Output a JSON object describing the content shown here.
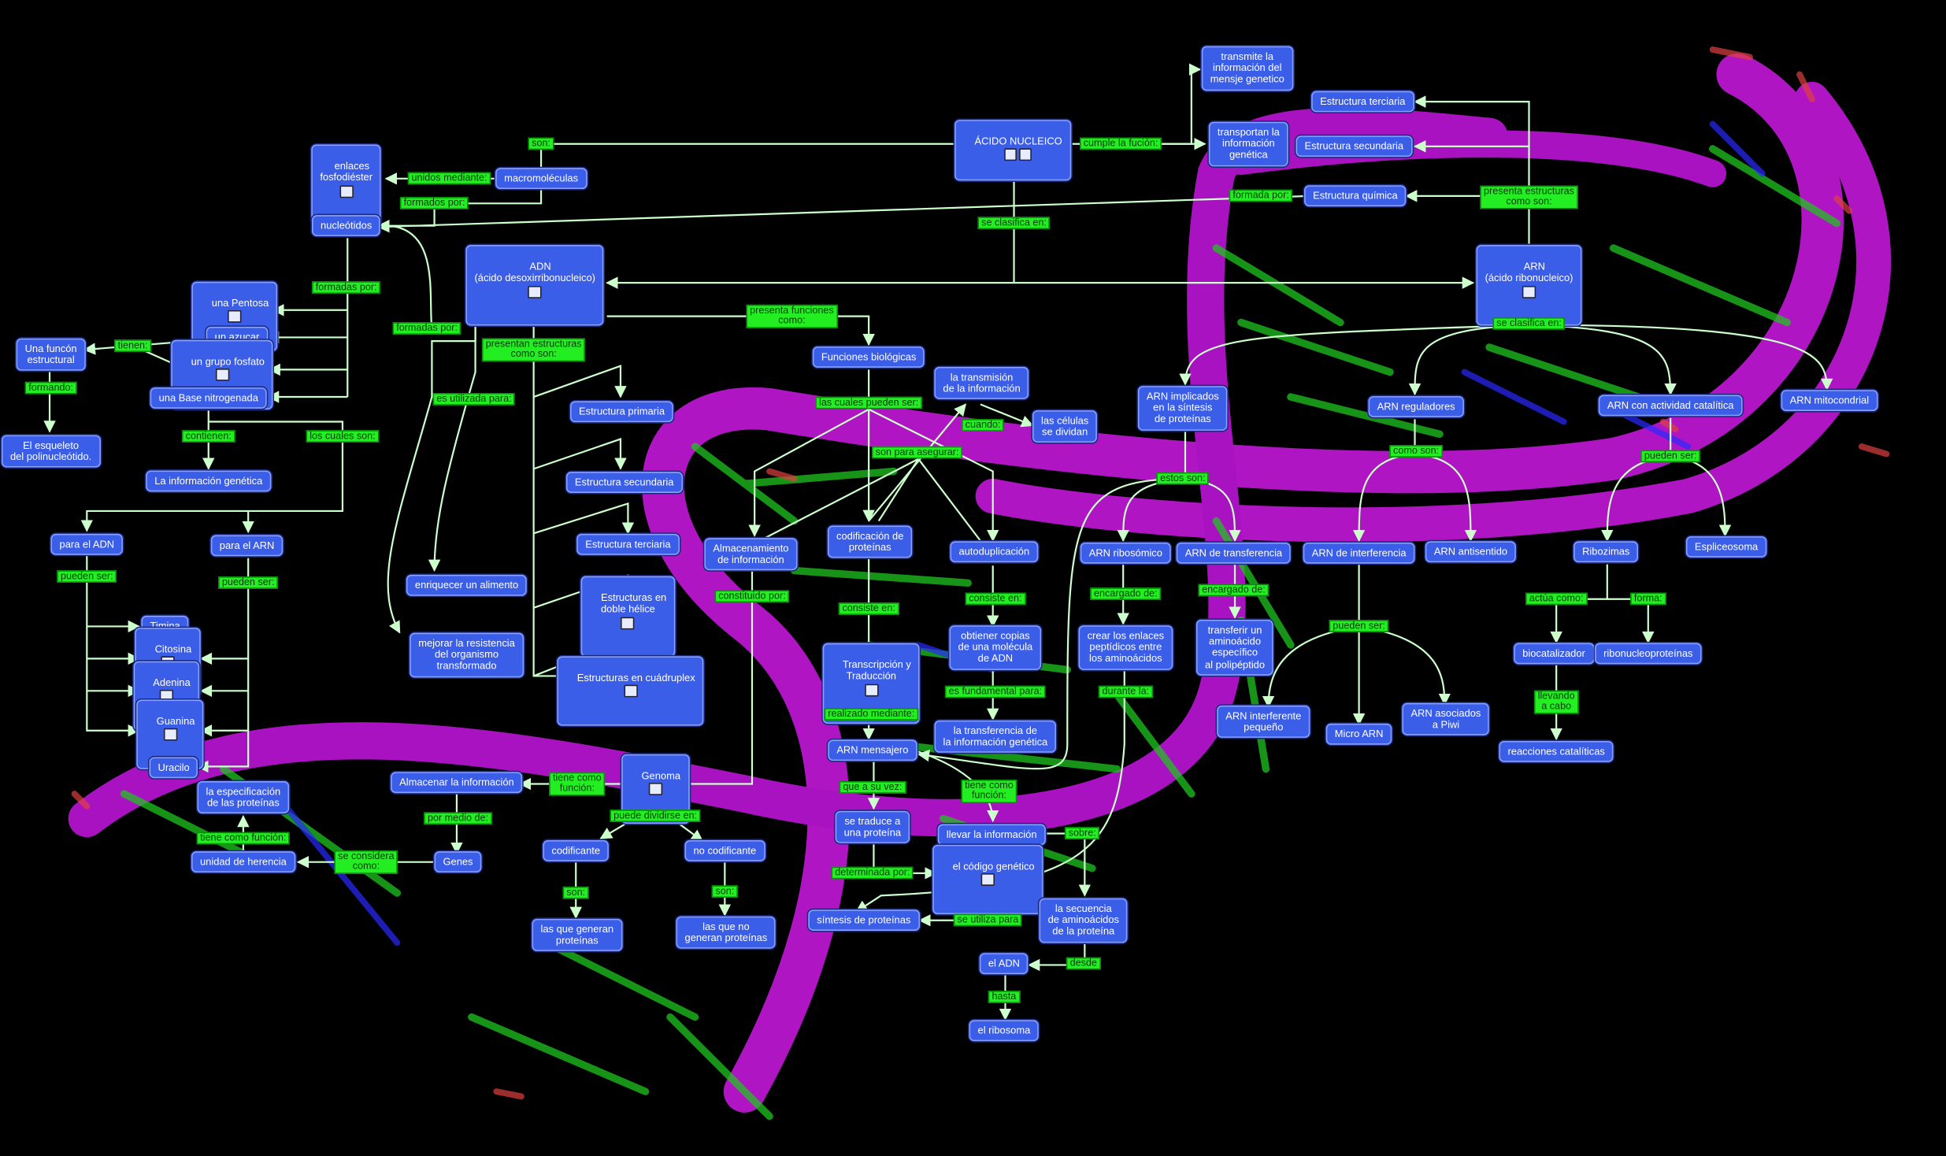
{
  "nodes": {
    "acido_nucleico": "ÁCIDO NUCLEICO",
    "transmite": "transmite la\ninformación del\nmensje genetico",
    "transportan": "transportan la\ninformación\ngenética",
    "estructura_terciaria_arn": "Estructura terciaria",
    "estructura_secundaria_arn": "Estructura secundaria",
    "estructura_quimica": "Estructura química",
    "enlaces": "enlaces\nfosfodiéster",
    "macromoleculas": "macromoléculas",
    "nucleotidos": "nucleótidos",
    "adn": "ADN\n(ácido desoxirribonucleico)",
    "arn": "ARN\n(ácido ribonucleico)",
    "pentosa": "una Pentosa",
    "azucar": "un azucar",
    "funcion_estructural": "Una funcón\nestructural",
    "grupo_fosfato": "un grupo fosfato",
    "base_nitrogenada": "una Base nitrogenada",
    "esqueleto": "El esqueleto\ndel polinucleótido.",
    "info_genetica": "La información genética",
    "para_adn": "para el ADN",
    "para_arn": "para el ARN",
    "timina": "Timina",
    "citosina": "Citosina",
    "adenina": "Adenina",
    "guanina": "Guanina",
    "uracilo": "Uracilo",
    "est_primaria": "Estructura primaria",
    "est_secundaria": "Estructura secundaria",
    "est_terciaria": "Estructura terciaria",
    "doble_helice": "Estructuras en\ndoble hélice",
    "cuadruplex": "Estructuras en cuádruplex",
    "enriquecer": "enriquecer un alimento",
    "resistencia": "mejorar la resistencia\ndel organismo\ntransformado",
    "funciones_biologicas": "Funciones biológicas",
    "transmision": "la transmisión\nde la información",
    "celulas_dividan": "las células\nse dividan",
    "almacenamiento": "Almacenamiento\nde información",
    "codificacion": "codificación de\nproteínas",
    "autoduplicacion": "autoduplicación",
    "obtener_copias": "obtiener copias\nde una molécula\nde ADN",
    "transferencia_info": "la transferencia de\nla información genética",
    "transcripcion": "Transcripción y\nTraducción",
    "arn_mensajero": "ARN mensajero",
    "genoma": "Genoma",
    "almacenar_info": "Almacenar la información",
    "especificacion": "la especificación\nde las proteínas",
    "unidad_herencia": "unidad de herencia",
    "genes": "Genes",
    "codificante": "codificante",
    "no_codificante": "no codificante",
    "generan_proteinas": "las que generan\nproteínas",
    "no_generan": "las que no\ngeneran proteínas",
    "traduce": "se traduce a\nuna proteína",
    "llevar_info": "llevar la información",
    "codigo_genetico": "el código genético",
    "sintesis_proteinas": "síntesis de proteínas",
    "secuencia_aa": "la secuencia\nde aminoácidos\nde la proteína",
    "el_adn": "el ADN",
    "el_ribosoma": "el ribosoma",
    "arn_implicados": "ARN implicados\nen la síntesis\nde proteínas",
    "arn_ribosomico": "ARN ribosómico",
    "arn_transferencia": "ARN de transferencia",
    "crear_enlaces": "crear los enlaces\npeptídicos entre\nlos aminoácidos",
    "transferir_aa": "transferir un\naminoácido\nespecífico\nal polipéptido",
    "arn_reguladores": "ARN reguladores",
    "arn_interferencia": "ARN de interferencia",
    "arn_antisentido": "ARN antisentido",
    "arn_interferente_pequeno": "ARN interferente\npequeño",
    "micro_arn": "Micro ARN",
    "arn_piwi": "ARN asociados\na Piwi",
    "arn_catalitica": "ARN con actividad catalítica",
    "arn_mitocondrial": "ARN mitocondrial",
    "ribozimas": "Ribozimas",
    "espliceosoma": "Espliceosoma",
    "biocatalizador": "biocatalizador",
    "ribonucleoproteinas": "ribonucleoproteínas",
    "reacciones": "reacciones catalíticas"
  },
  "labels": {
    "son": "son:",
    "cumple_la_fucion": "cumple la fución:",
    "unidos_mediante": "unidos mediante:",
    "formados_por": "formados por:",
    "formada_por": "formada por:",
    "presenta_estructuras": "presenta estructuras\ncomo son:",
    "se_clasifica_en_1": "se clasifica en:",
    "se_clasifica_en_2": "se clasifica en:",
    "formadas_por_1": "formadas por:",
    "formadas_por_2": "formadas por:",
    "tienen": "tienen:",
    "formando": "formando:",
    "contienen": "contienen:",
    "los_cuales_son": "los cuales son:",
    "pueden_ser_adn": "pueden ser:",
    "pueden_ser_arn": "pueden ser:",
    "presentan_estructuras": "presentan estructuras\ncomo son:",
    "es_utilizada_para": "es utilizada para:",
    "presenta_funciones": "presenta funciones\ncomo:",
    "las_cuales_pueden_ser": "las cuales pueden ser:",
    "cuando": "cuando:",
    "son_para_asegurar": "son para asegurar:",
    "constituido_por": "constituido por:",
    "consiste_en_1": "consiste en:",
    "consiste_en_2": "consiste en:",
    "es_fundamental_para": "es fundamental para:",
    "realizado_mediante": "realizado mediante:",
    "tiene_como_funcion_1": "tiene como\nfunción:",
    "tiene_como_funcion_2": "tiene como\nfunción:",
    "tiene_como_funcion_3": "tiene como función:",
    "por_medio_de": "por medio de:",
    "se_considera_como": "se considera\ncomo:",
    "puede_dividirse_en": "puede dividirse en:",
    "son_2": "son:",
    "son_3": "son:",
    "que_a_su_vez": "que a su vez:",
    "determinada_por": "determinada por:",
    "se_utiliza_para": "se utiliza para",
    "sobre": "sobre:",
    "desde": "desde",
    "hasta": "hasta",
    "estos_son": "estos son:",
    "encargado_de_1": "encargado de:",
    "encargado_de_2": "encargado de:",
    "durante_la": "durante la:",
    "como_son": "como son:",
    "pueden_ser_interf": "pueden ser:",
    "pueden_ser_cat": "pueden ser:",
    "actua_como": "actúa como:",
    "forma": "forma:",
    "llevando_a_cabo": "llevando\na cabo"
  },
  "colors": {
    "background": "#000000",
    "node_fill": "#3b5ee9",
    "label_fill": "#22ee22",
    "connector": "#ccffcc",
    "helix_backbone": "#c020d0"
  }
}
